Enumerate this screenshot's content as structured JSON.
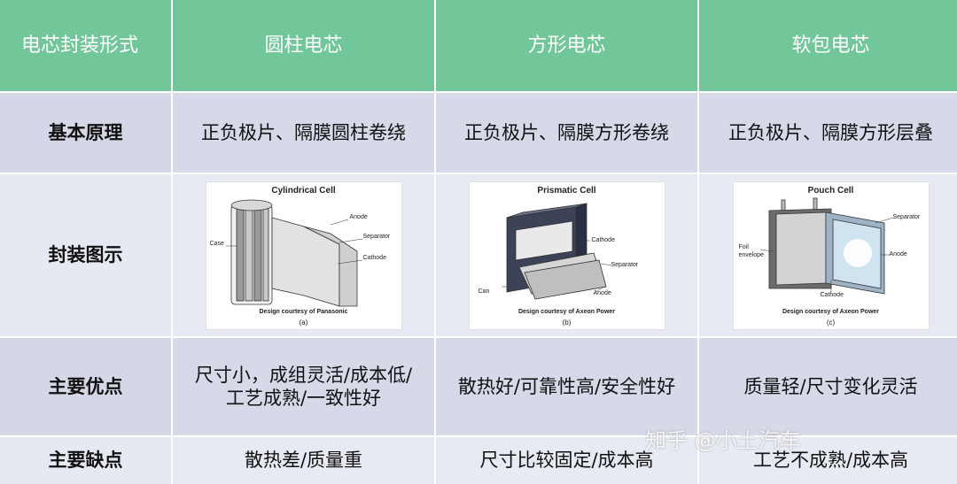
{
  "header": {
    "col0": "电芯封装形式",
    "col1": "圆柱电芯",
    "col2": "方形电芯",
    "col3": "软包电芯"
  },
  "rows": {
    "principle": {
      "label": "基本原理",
      "cylindrical": "正负极片、隔膜圆柱卷绕",
      "prismatic": "正负极片、隔膜方形卷绕",
      "pouch": "正负极片、隔膜方形层叠"
    },
    "diagram": {
      "label": "封装图示",
      "cylindrical": {
        "title": "Cylindrical Cell",
        "labels": [
          "Anode",
          "Separator",
          "Cathode",
          "Case"
        ],
        "credit": "Design courtesy of Panasonic",
        "tag": "(a)"
      },
      "prismatic": {
        "title": "Prismatic Cell",
        "labels": [
          "Cathode",
          "Separator",
          "Anode",
          "Can"
        ],
        "credit": "Design courtesy of Axeon Power",
        "tag": "(b)"
      },
      "pouch": {
        "title": "Pouch Cell",
        "labels": [
          "Separator",
          "Anode",
          "Cathode",
          "Foil",
          "envelope"
        ],
        "credit": "Design courtesy of Axeon Power",
        "tag": "(c)"
      }
    },
    "advantages": {
      "label": "主要优点",
      "cylindrical": "尺寸小，成组灵活/成本低/工艺成熟/一致性好",
      "prismatic": "散热好/可靠性高/安全性好",
      "pouch": "质量轻/尺寸变化灵活"
    },
    "disadvantages": {
      "label": "主要缺点",
      "cylindrical": "散热差/质量重",
      "prismatic": "尺寸比较固定/成本高",
      "pouch": "工艺不成熟/成本高"
    }
  },
  "watermark": "知乎 @小土汽车"
}
